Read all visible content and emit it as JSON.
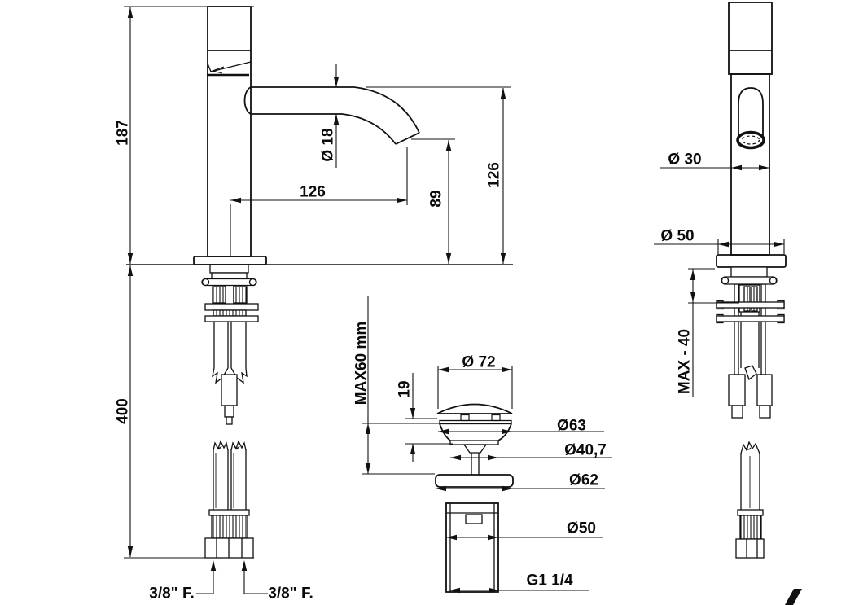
{
  "document": {
    "type": "technical dimension drawing",
    "subject": "single-hole basin mixer tap with pop-up waste",
    "units": "mm"
  },
  "front_view": {
    "height_above_deck": "187",
    "length_below_deck": "400",
    "spout_projection": "126",
    "spout_tube_diameter": "Ø 18",
    "spout_outlet_height": "89",
    "spout_top_height": "126",
    "supply_hose_left": "3/8\" F.",
    "supply_hose_right": "3/8\" F."
  },
  "side_view": {
    "body_diameter": "Ø 30",
    "base_diameter": "Ø 50",
    "max_deck_thickness": "MAX - 40"
  },
  "waste_detail": {
    "max_deck_thickness": "MAX60 mm",
    "cap_height": "19",
    "cap_diameter": "Ø 72",
    "flange_diameter": "Ø63",
    "neck_diameter": "Ø40,7",
    "washer_diameter": "Ø62",
    "locknut_diameter": "Ø50",
    "thread_size": "G1 1/4"
  }
}
